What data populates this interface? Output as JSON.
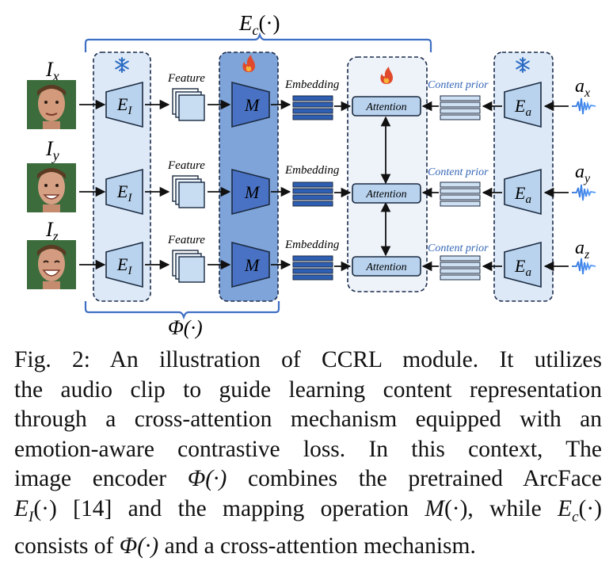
{
  "encoder_top_label": "E",
  "encoder_top_sub": "c",
  "encoder_top_arg": "(·)",
  "phi_bottom_label": "Φ(·)",
  "rows": [
    {
      "input": "I",
      "input_sub": "x",
      "audio": "a",
      "audio_sub": "x",
      "feature": "Feature",
      "embedding": "Embedding",
      "content_prior": "Content prior",
      "attention": "Attention"
    },
    {
      "input": "I",
      "input_sub": "y",
      "audio": "a",
      "audio_sub": "y",
      "feature": "Feature",
      "embedding": "Embedding",
      "content_prior": "Content prior",
      "attention": "Attention"
    },
    {
      "input": "I",
      "input_sub": "z",
      "audio": "a",
      "audio_sub": "z",
      "feature": "Feature",
      "embedding": "Embedding",
      "content_prior": "Content prior",
      "attention": "Attention"
    }
  ],
  "blocks": {
    "image_encoder": "E",
    "image_encoder_sub": "I",
    "mapping": "M",
    "audio_encoder": "E",
    "audio_encoder_sub": "a"
  },
  "icons": {
    "frozen": "snowflake-icon",
    "trainable": "flame-icon"
  },
  "colors": {
    "block_light": "#b9d3ee",
    "block_dark": "#4a72c4",
    "panel_light": "#dde9f7",
    "panel_dark": "#7fa4d9",
    "bracket": "#3f6fc4"
  },
  "caption": {
    "line1": "Fig. 2: An illustration of CCRL module. It utilizes",
    "line2": "the audio clip to guide learning content representation",
    "line3": "through a cross-attention mechanism equipped with an",
    "line4": "emotion-aware contrastive loss. In this context, The",
    "line5_a": "image encoder ",
    "line5_phi": "Φ(·)",
    "line5_b": " combines the pretrained ArcFace",
    "line6_e": "E",
    "line6_sub": "I",
    "line6_a": "(·) [14] and the mapping operation ",
    "line6_m": "M",
    "line6_b": "(·), while ",
    "line6_ec": "E",
    "line6_ec_sub": "c",
    "line6_c": "(·)",
    "line7_a": "consists of ",
    "line7_phi": "Φ(·)",
    "line7_b": " and a cross-attention mechanism."
  }
}
